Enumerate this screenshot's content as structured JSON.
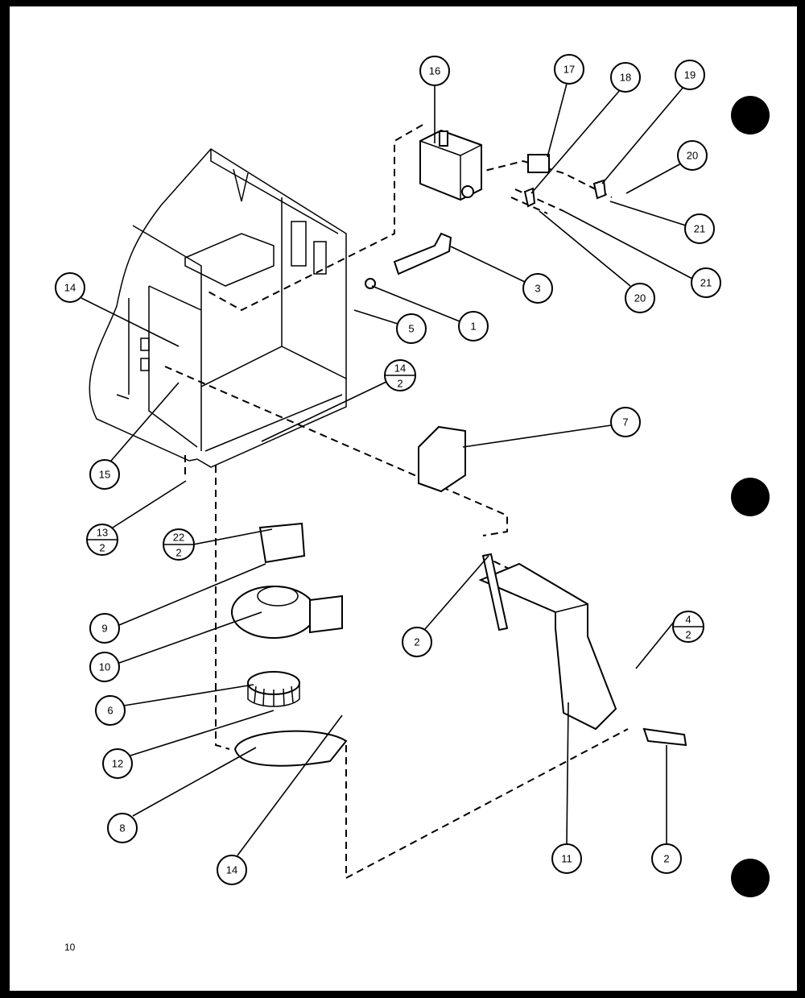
{
  "page_number": "10",
  "callouts": {
    "c16": "16",
    "c17": "17",
    "c18": "18",
    "c19": "19",
    "c20a": "20",
    "c21a": "21",
    "c21b": "21",
    "c20b": "20",
    "c3": "3",
    "c1": "1",
    "c5": "5",
    "c14a": "14",
    "c14_2": {
      "num": "14",
      "den": "2"
    },
    "c15": "15",
    "c7": "7",
    "c13_2": {
      "num": "13",
      "den": "2"
    },
    "c22_2": {
      "num": "22",
      "den": "2"
    },
    "c9": "9",
    "c10": "10",
    "c2a": "2",
    "c4_2": {
      "num": "4",
      "den": "2"
    },
    "c6": "6",
    "c12": "12",
    "c8": "8",
    "c14b": "14",
    "c11": "11",
    "c2b": "2"
  }
}
